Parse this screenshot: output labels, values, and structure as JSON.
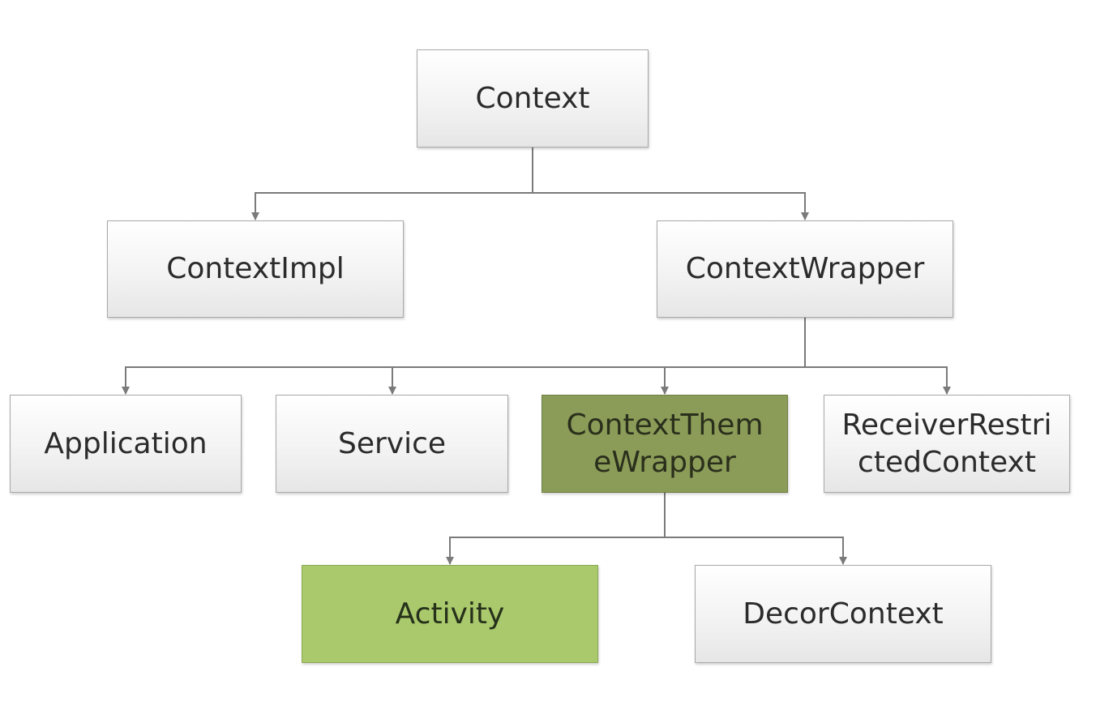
{
  "diagram": {
    "nodes": {
      "context": {
        "label": "Context"
      },
      "context_impl": {
        "label": "ContextImpl"
      },
      "context_wrapper": {
        "label": "ContextWrapper"
      },
      "application": {
        "label": "Application"
      },
      "service": {
        "label": "Service"
      },
      "context_theme_wrapper": {
        "label": "ContextThemeWrapper",
        "fill": "#8b9c58"
      },
      "receiver_restricted_context": {
        "label": "ReceiverRestrictedContext"
      },
      "activity": {
        "label": "Activity",
        "fill": "#a9c96c"
      },
      "decor_context": {
        "label": "DecorContext"
      }
    },
    "edges": [
      {
        "from": "context",
        "to": "context_impl"
      },
      {
        "from": "context",
        "to": "context_wrapper"
      },
      {
        "from": "context_wrapper",
        "to": "application"
      },
      {
        "from": "context_wrapper",
        "to": "service"
      },
      {
        "from": "context_wrapper",
        "to": "context_theme_wrapper"
      },
      {
        "from": "context_wrapper",
        "to": "receiver_restricted_context"
      },
      {
        "from": "context_theme_wrapper",
        "to": "activity"
      },
      {
        "from": "context_theme_wrapper",
        "to": "decor_context"
      }
    ],
    "colors": {
      "connector": "#7a7a7a",
      "node_border": "#a9a9a9"
    }
  }
}
